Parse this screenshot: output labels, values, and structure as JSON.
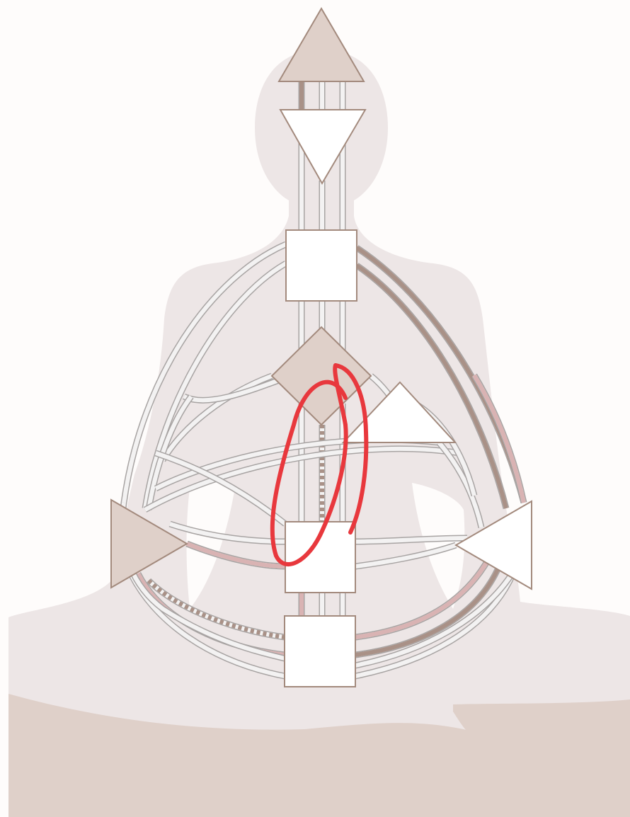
{
  "colors": {
    "background": "#fefcfb",
    "silhouette": "#ede6e6",
    "ground_base": "#dfd0c9",
    "channel_fill": "#f3f2f2",
    "channel_stroke": "#a8a4a3",
    "defined_dark": "#a99187",
    "defined_pink": "#d9b3b3",
    "center_defined": "#dfd0c9",
    "center_open": "#ffffff",
    "center_stroke": "#a38a7d",
    "annotation": "#e8383d"
  },
  "centers": [
    {
      "id": "head",
      "shape": "triangle-up",
      "defined": true
    },
    {
      "id": "ajna",
      "shape": "triangle-down",
      "defined": false
    },
    {
      "id": "throat",
      "shape": "square",
      "defined": false
    },
    {
      "id": "g",
      "shape": "diamond",
      "defined": true
    },
    {
      "id": "heart",
      "shape": "triangle-small",
      "defined": false
    },
    {
      "id": "spleen",
      "shape": "triangle-right",
      "defined": true
    },
    {
      "id": "solar-plexus",
      "shape": "triangle-left",
      "defined": false
    },
    {
      "id": "sacral",
      "shape": "square",
      "defined": false
    },
    {
      "id": "root",
      "shape": "square",
      "defined": false
    }
  ],
  "annotation": {
    "shape": "hand-drawn-ellipse",
    "target": "g-to-sacral-channel"
  }
}
